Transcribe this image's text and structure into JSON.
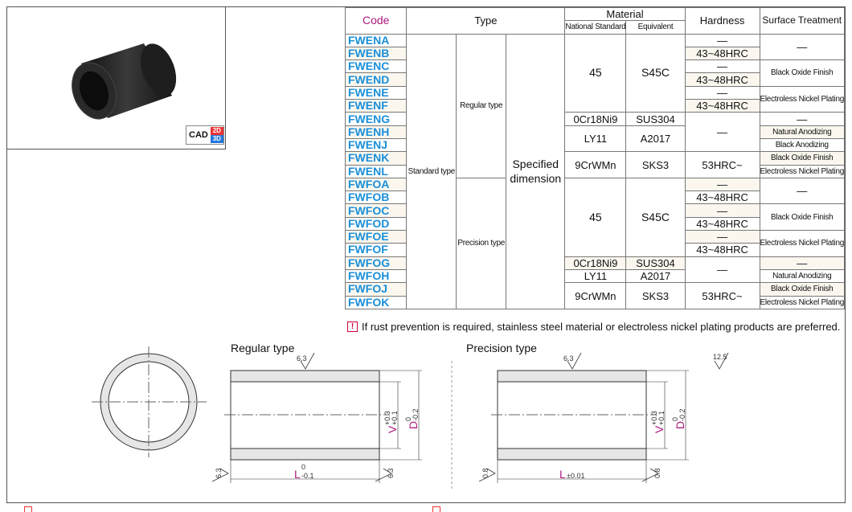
{
  "cad": {
    "label": "CAD",
    "badge_2d": "2D",
    "badge_3d": "3D",
    "color_2d": "#e33",
    "color_3d": "#2277dd"
  },
  "table": {
    "headers": {
      "code": "Code",
      "type": "Type",
      "material": "Material",
      "national": "National Standard",
      "equivalent": "Equivalent",
      "hardness": "Hardness",
      "surface": "Surface Treatment"
    },
    "codes": [
      "FWENA",
      "FWENB",
      "FWENC",
      "FWEND",
      "FWENE",
      "FWENF",
      "FWENG",
      "FWENH",
      "FWENJ",
      "FWENK",
      "FWENL",
      "FWFOA",
      "FWFOB",
      "FWFOC",
      "FWFOD",
      "FWFOE",
      "FWFOF",
      "FWFOG",
      "FWFOH",
      "FWFOJ",
      "FWFOK"
    ],
    "type_main": "Standard type",
    "type_regular": "Regular type",
    "type_precision": "Precision type",
    "dimension": "Specified dimension",
    "mat_45": "45",
    "mat_s45c": "S45C",
    "mat_0cr": "0Cr18Ni9",
    "mat_sus": "SUS304",
    "mat_ly": "LY11",
    "mat_a2017": "A2017",
    "mat_9cr": "9CrWMn",
    "mat_sks": "SKS3",
    "dash": "—",
    "hrc": "43~48HRC",
    "hrc53": "53HRC~",
    "black_oxide": "Black Oxide Finish",
    "nickel": "Electroless Nickel Plating",
    "nat_anod": "Natural Anodizing",
    "black_anod": "Black Anodizing"
  },
  "note": "If rust prevention is required, stainless steel material or electroless nickel plating products are preferred.",
  "drawing": {
    "regular_title": "Regular type",
    "precision_title": "Precision type",
    "rough_63": "6.3",
    "rough_08": "0.8",
    "rough_125": "12.5",
    "L": "L",
    "L_tol_reg": "-0.1",
    "L_tol_reg_up": "0",
    "L_tol_prec": "±0.01",
    "V": "V",
    "V_up": "+0.3",
    "V_lo": "+0.1",
    "D": "D",
    "D_up": "0",
    "D_lo": "-0.2"
  }
}
